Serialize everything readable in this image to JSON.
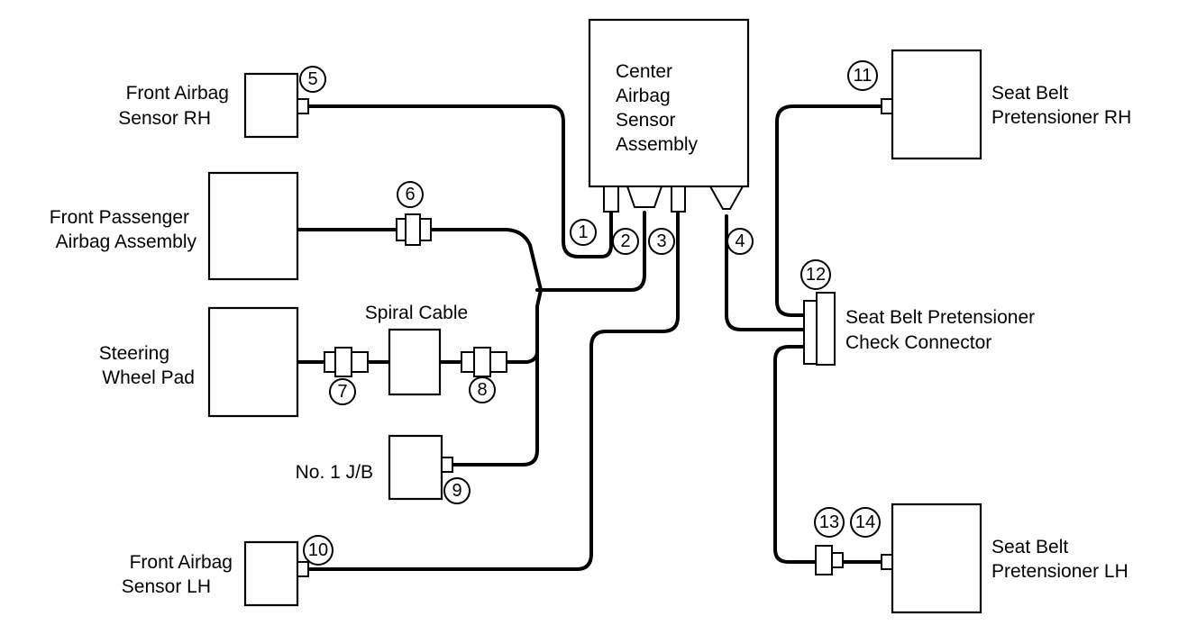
{
  "components": {
    "center_sensor": [
      "Center",
      "Airbag",
      "Sensor",
      "Assembly"
    ],
    "front_sensor_rh": [
      "Front Airbag",
      "Sensor RH"
    ],
    "front_passenger_airbag": [
      "Front Passenger",
      "Airbag Assembly"
    ],
    "steering_wheel_pad": [
      "Steering",
      "Wheel Pad"
    ],
    "spiral_cable": "Spiral Cable",
    "jb": "No. 1 J/B",
    "front_sensor_lh": [
      "Front Airbag",
      "Sensor LH"
    ],
    "pretensioner_rh": [
      "Seat Belt",
      "Pretensioner RH"
    ],
    "check_connector": [
      "Seat Belt Pretensioner",
      "Check Connector"
    ],
    "pretensioner_lh": [
      "Seat Belt",
      "Pretensioner LH"
    ]
  },
  "connector_numbers": [
    "1",
    "2",
    "3",
    "4",
    "5",
    "6",
    "7",
    "8",
    "9",
    "10",
    "11",
    "12",
    "13",
    "14"
  ]
}
